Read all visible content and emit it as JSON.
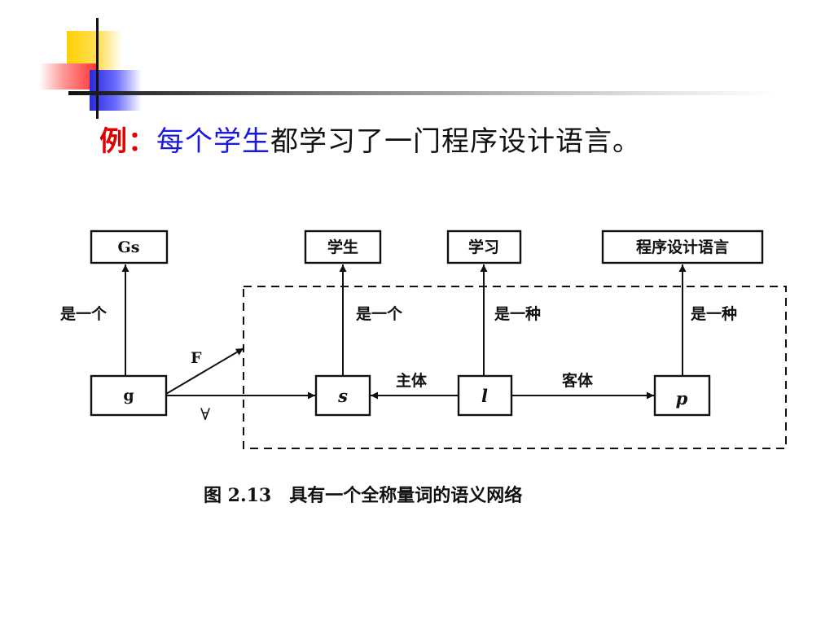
{
  "title": {
    "label": "例：",
    "highlight": "每个学生",
    "rest": "都学习了一门程序设计语言。"
  },
  "diagram": {
    "nodes": {
      "gs": "Gs",
      "g": "g",
      "student": "学生",
      "study": "学习",
      "language": "程序设计语言",
      "s": "s",
      "l": "l",
      "p": "p"
    },
    "edges": {
      "g_gs": "是一个",
      "s_student": "是一个",
      "l_study": "是一种",
      "p_language": "是一种",
      "l_s": "主体",
      "l_p": "客体",
      "g_f": "F",
      "g_forall": "∀"
    },
    "caption": "图 2.13　具有一个全称量词的语义网络"
  }
}
